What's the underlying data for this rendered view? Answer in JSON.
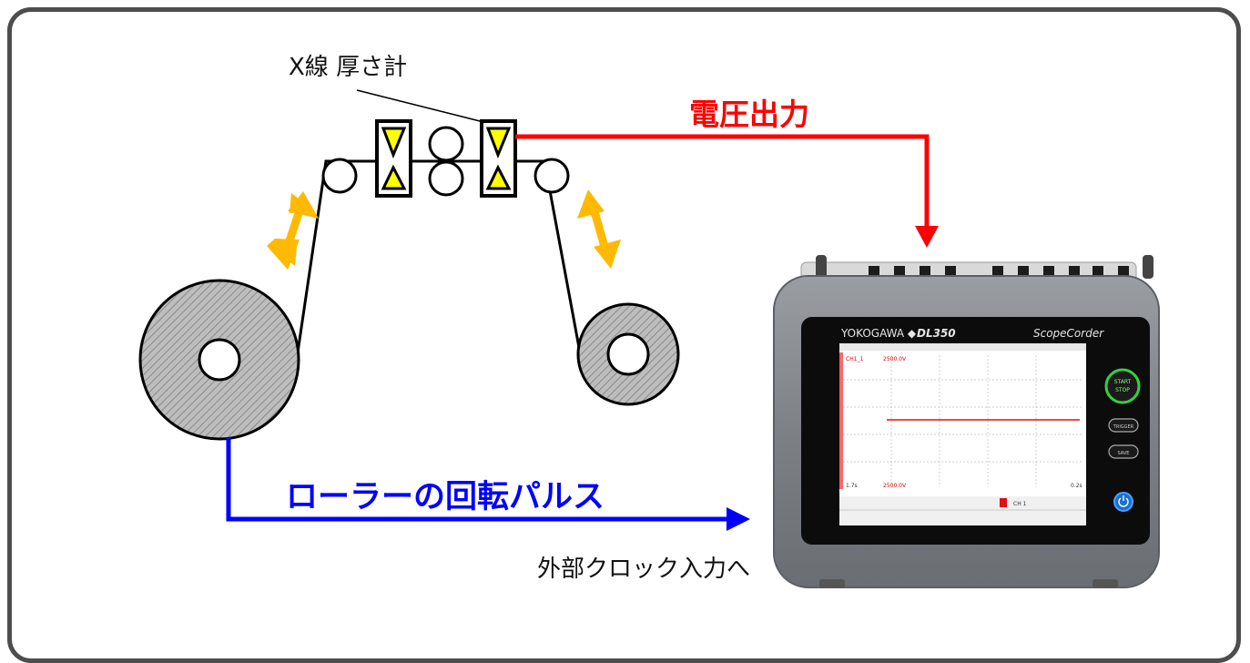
{
  "labels": {
    "xray_gauge": "X線 厚さ計",
    "voltage_output": "電圧出力",
    "roller_pulse": "ローラーの回転パルス",
    "external_clock": "外部クロック入力へ"
  },
  "device": {
    "brand": "YOKOGAWA ◆",
    "model": "DL350",
    "product_logo": "ScopeCorder",
    "start_stop_top": "START",
    "start_stop_bottom": "STOP",
    "trigger_button": "TRIGGER",
    "save_button": "SAVE",
    "screen": {
      "channel_label": "CH1_1",
      "scale_top": "2500.0V",
      "scale_bottom": "2500.0V",
      "left_top_value": "1.7s",
      "right_bottom_value": "0.2s",
      "page_indicator": "CH 1"
    }
  },
  "colors": {
    "voltage": "#ff0000",
    "pulse": "#0000ff",
    "motion_arrow": "#ffb900",
    "sensor_fill": "#ffff00",
    "frame": "#4d4d4d"
  }
}
